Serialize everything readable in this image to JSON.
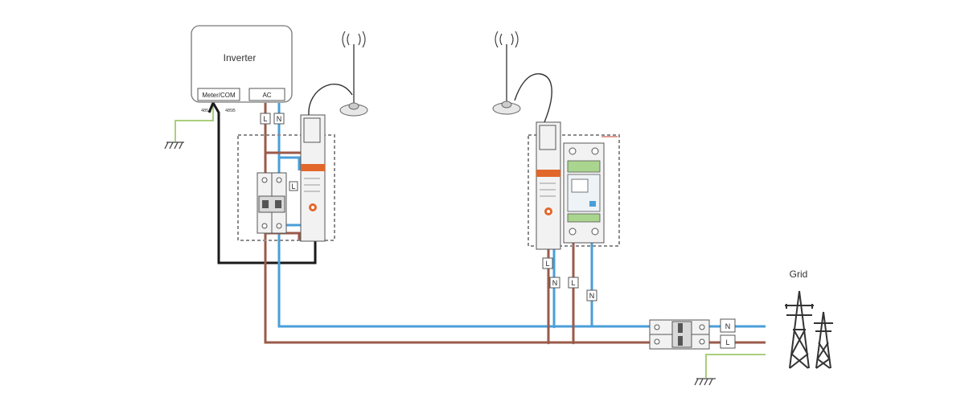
{
  "inverter": {
    "title": "Inverter",
    "port_meter": "Meter/COM",
    "port_ac": "AC",
    "pin_a": "485A",
    "pin_b": "485B"
  },
  "wire_tags": {
    "l": "L",
    "n": "N"
  },
  "grid": {
    "label": "Grid",
    "n": "N",
    "l": "L"
  },
  "colors": {
    "live_wire": "#9b5a4a",
    "neutral_wire": "#4a9fd8",
    "comm_wire": "#1a1a1a",
    "earth_wire": "#a9cf7c",
    "meter_accent": "#e2672b"
  },
  "icons": [
    "antenna-icon",
    "ground-icon",
    "transmission-tower-icon",
    "wireless-signal-icon"
  ]
}
